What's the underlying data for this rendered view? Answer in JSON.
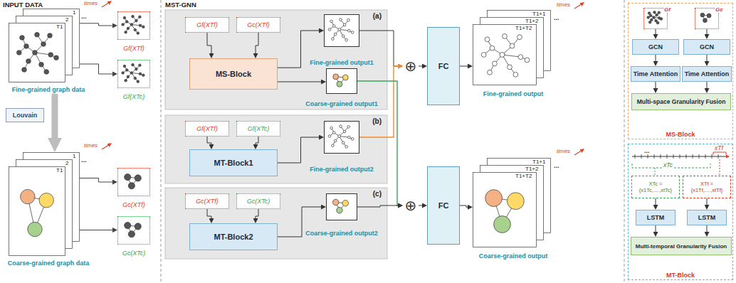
{
  "diagram": {
    "nodes": [
      {
        "text": [
          "Fine-grained graph data"
        ]
      },
      {
        "text": [
          "Gf(XTf)"
        ]
      },
      {
        "text": [
          "Gf(XTc)"
        ]
      },
      {
        "text": [
          "Louvain"
        ]
      },
      {
        "text": [
          "Coarse-grained graph data"
        ]
      },
      {
        "text": [
          "Gc(XTf)"
        ]
      },
      {
        "text": [
          "Gc(XTc)"
        ]
      },
      {
        "text": [
          "(a)"
        ]
      },
      {
        "text": [
          "Gf(XTf)"
        ],
        "in": 7
      },
      {
        "text": [
          "Gc(XTf)"
        ],
        "in": 7
      },
      {
        "text": [
          "MS-Block"
        ],
        "in": 7
      },
      {
        "text": [
          "Fine-grained output1"
        ],
        "in": 7
      },
      {
        "text": [
          "Coarse-grained output1"
        ],
        "in": 7
      },
      {
        "text": [
          "(b)"
        ]
      },
      {
        "text": [
          "Gf(XTf)"
        ],
        "in": 13
      },
      {
        "text": [
          "Gf(XTc)"
        ],
        "in": 13
      },
      {
        "text": [
          "MT-Block1"
        ],
        "in": 13
      },
      {
        "text": [
          "Fine-grained output2"
        ],
        "in": 13
      },
      {
        "text": [
          "(c)"
        ]
      },
      {
        "text": [
          "Gc(XTf)"
        ],
        "in": 18
      },
      {
        "text": [
          "Gc(XTc)"
        ],
        "in": 18
      },
      {
        "text": [
          "MT-Block2"
        ],
        "in": 18
      },
      {
        "text": [
          "Coarse-grained output2"
        ],
        "in": 18
      },
      {
        "text": [
          "⊕"
        ]
      },
      {
        "text": [
          "FC"
        ]
      },
      {
        "text": [
          "Fine-grained output"
        ]
      },
      {
        "text": [
          "⊕"
        ]
      },
      {
        "text": [
          "FC"
        ]
      },
      {
        "text": [
          "Coarse-grained output"
        ]
      },
      {
        "text": [
          "MS-Block"
        ]
      },
      {
        "text": [
          "Gf"
        ],
        "in": 29
      },
      {
        "text": [
          "Gc"
        ],
        "in": 29
      },
      {
        "text": [
          "GCN"
        ],
        "in": 29
      },
      {
        "text": [
          "GCN"
        ],
        "in": 29
      },
      {
        "text": [
          "Time Attention"
        ],
        "in": 29
      },
      {
        "text": [
          "Time Attention"
        ],
        "in": 29
      },
      {
        "text": [
          "Multi-space Granularity Fusion"
        ],
        "in": 29
      },
      {
        "text": [
          "MT-Block"
        ]
      },
      {
        "text": [
          "XTc = {x1Tc,....,xtTc}"
        ],
        "in": 37
      },
      {
        "text": [
          "XTf = {x1Tf,....,xtTf}"
        ],
        "in": 37
      },
      {
        "text": [
          "LSTM"
        ],
        "in": 37
      },
      {
        "text": [
          "LSTM"
        ],
        "in": 37
      },
      {
        "text": [
          "Multi-temporal Granularity Fusion"
        ],
        "in": 37
      }
    ],
    "edges": [
      {
        "from": 0,
        "to": 1,
        "arrow": "to"
      },
      {
        "from": 0,
        "to": 2,
        "arrow": "to"
      },
      {
        "from": 0,
        "to": 4,
        "arrow": "to"
      },
      {
        "from": 4,
        "to": 5,
        "arrow": "to"
      },
      {
        "from": 4,
        "to": 6,
        "arrow": "to"
      },
      {
        "from": 8,
        "to": 10,
        "arrow": "to"
      },
      {
        "from": 9,
        "to": 10,
        "arrow": "to"
      },
      {
        "from": 10,
        "to": 11,
        "arrow": "to"
      },
      {
        "from": 10,
        "to": 12,
        "arrow": "to"
      },
      {
        "from": 14,
        "to": 16,
        "arrow": "to"
      },
      {
        "from": 15,
        "to": 16,
        "arrow": "to"
      },
      {
        "from": 16,
        "to": 17,
        "arrow": "to"
      },
      {
        "from": 19,
        "to": 21,
        "arrow": "to"
      },
      {
        "from": 20,
        "to": 21,
        "arrow": "to"
      },
      {
        "from": 21,
        "to": 22,
        "arrow": "to"
      },
      {
        "from": 11,
        "to": 23,
        "arrow": "to"
      },
      {
        "from": 17,
        "to": 23,
        "arrow": "to"
      },
      {
        "from": 12,
        "to": 26,
        "arrow": "to"
      },
      {
        "from": 22,
        "to": 26,
        "arrow": "to"
      },
      {
        "from": 23,
        "to": 24,
        "arrow": "to"
      },
      {
        "from": 24,
        "to": 25,
        "arrow": "to"
      },
      {
        "from": 26,
        "to": 27,
        "arrow": "to"
      },
      {
        "from": 27,
        "to": 28,
        "arrow": "to"
      },
      {
        "from": 30,
        "to": 32,
        "arrow": "to"
      },
      {
        "from": 31,
        "to": 33,
        "arrow": "to"
      },
      {
        "from": 32,
        "to": 34,
        "arrow": "to"
      },
      {
        "from": 33,
        "to": 35,
        "arrow": "to"
      },
      {
        "from": 34,
        "to": 36,
        "arrow": "to"
      },
      {
        "from": 35,
        "to": 36,
        "arrow": "to"
      },
      {
        "from": 38,
        "to": 40,
        "arrow": "to"
      },
      {
        "from": 39,
        "to": 41,
        "arrow": "to"
      },
      {
        "from": 40,
        "to": 42,
        "arrow": "to"
      },
      {
        "from": 41,
        "to": 42,
        "arrow": "to"
      }
    ],
    "labels": [
      "INPUT DATA",
      "MST-GNN",
      "1",
      "2",
      "T1",
      "...",
      "times",
      "1",
      "2",
      "T1",
      "...",
      "times",
      "T1+1",
      "T1+2",
      "T1+T2",
      "...",
      "times",
      "T1+1",
      "T1+2",
      "T1+T2",
      "...",
      "times",
      "xTc",
      "xTf",
      "..."
    ]
  }
}
